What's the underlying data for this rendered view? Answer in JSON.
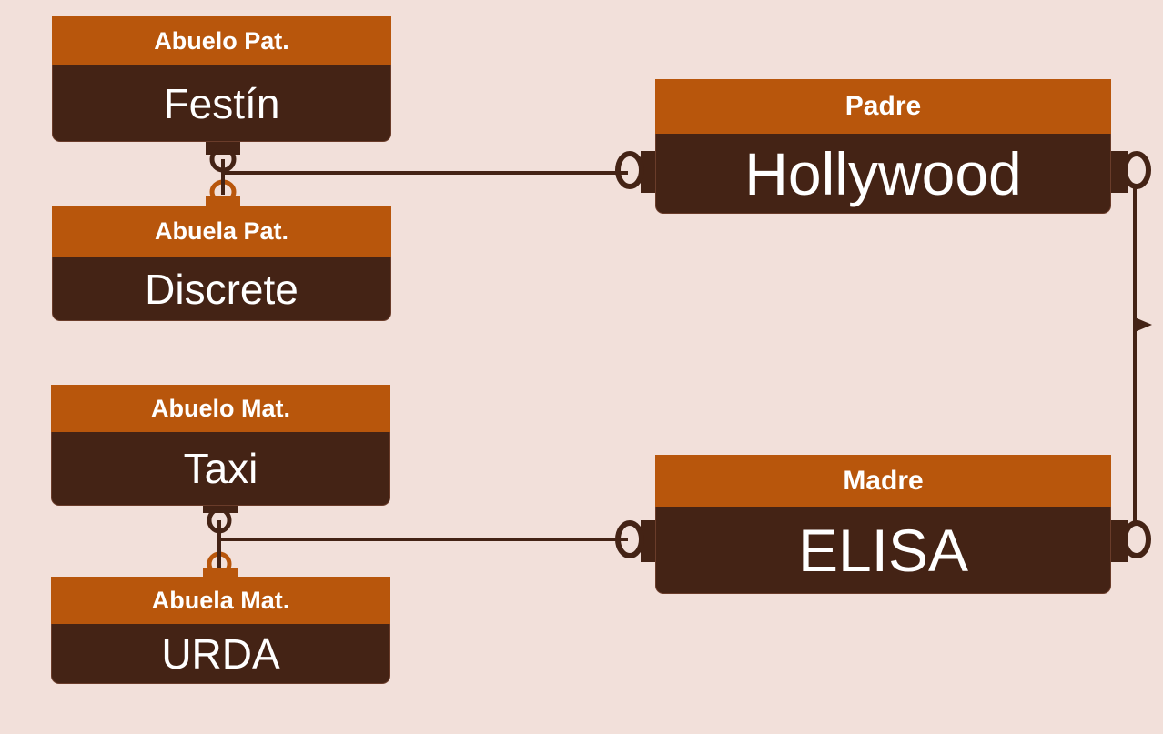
{
  "colors": {
    "background": "#f2e0da",
    "header": "#b8560c",
    "body": "#442315",
    "text": "#ffffff",
    "connector": "#442315",
    "connector_accent": "#b8560c"
  },
  "nodes": {
    "abuelo_pat": {
      "role": "Abuelo Pat.",
      "name": "Festín"
    },
    "abuela_pat": {
      "role": "Abuela Pat.",
      "name": "Discrete"
    },
    "abuelo_mat": {
      "role": "Abuelo Mat.",
      "name": "Taxi"
    },
    "abuela_mat": {
      "role": "Abuela Mat.",
      "name": "URDA"
    },
    "padre": {
      "role": "Padre",
      "name": "Hollywood"
    },
    "madre": {
      "role": "Madre",
      "name": "ELISA"
    }
  }
}
